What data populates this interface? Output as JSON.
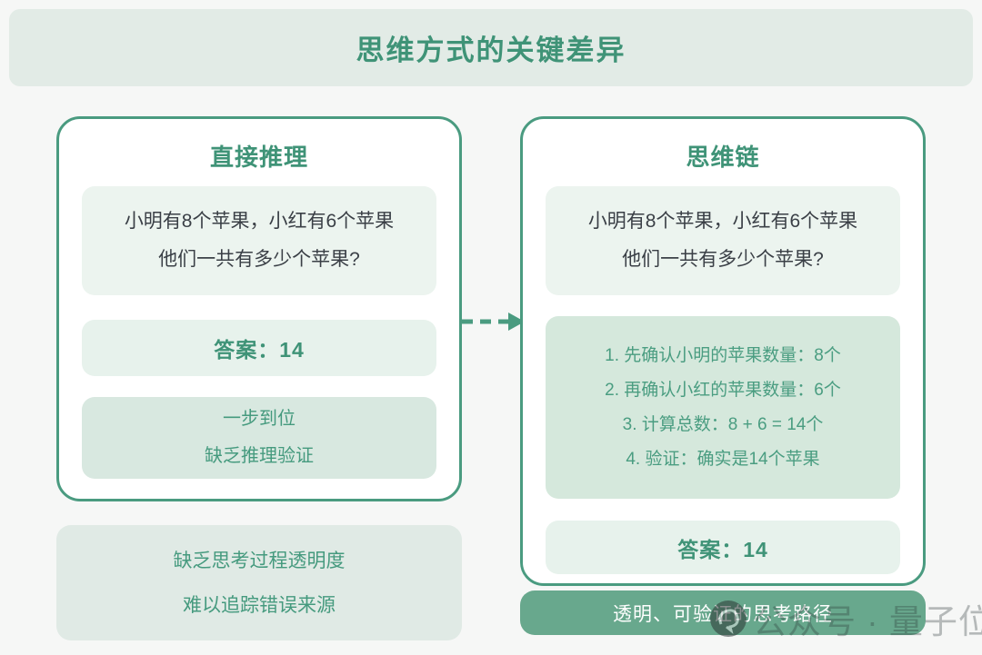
{
  "title": "思维方式的关键差异",
  "left_card": {
    "title": "直接推理",
    "question_line1": "小明有8个苹果，小红有6个苹果",
    "question_line2": "他们一共有多少个苹果?",
    "answer": "答案：14",
    "note_line1": "一步到位",
    "note_line2": "缺乏推理验证"
  },
  "right_card": {
    "title": "思维链",
    "question_line1": "小明有8个苹果，小红有6个苹果",
    "question_line2": "他们一共有多少个苹果?",
    "steps": [
      "1. 先确认小明的苹果数量：8个",
      "2. 再确认小红的苹果数量：6个",
      "3. 计算总数：8 + 6 = 14个",
      "4. 验证：确实是14个苹果"
    ],
    "answer": "答案：14"
  },
  "left_footer": {
    "line1": "缺乏思考过程透明度",
    "line2": "难以追踪错误来源"
  },
  "right_footer": "透明、可验证的思考路径",
  "watermark": "公众号 · 量子位",
  "icons": {
    "arrow": "dashed-right-arrow-icon",
    "watermark_logo": "qbitai-logo-icon"
  },
  "colors": {
    "page_background": "#f6f7f6",
    "banner_background": "#e2ebe6",
    "accent_green": "#3f9377",
    "card_border": "#4a9b80",
    "question_box": "#ecf4ef",
    "answer_box": "#e7f2ec",
    "note_box": "#d8e8e0",
    "steps_box": "#d5e8dc",
    "pill_background": "#68a88d",
    "pill_text": "#ffffff",
    "question_text": "#3a3f46"
  }
}
